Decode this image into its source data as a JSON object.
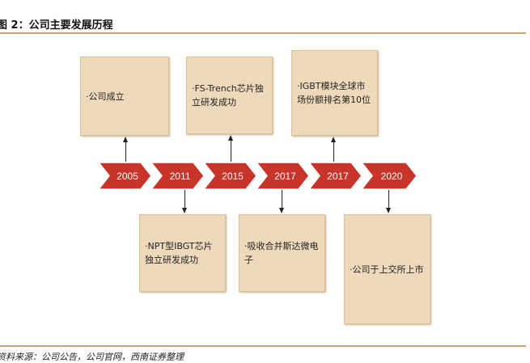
{
  "title": "图 2：公司主要发展历程",
  "source": "资料来源：公司公告，公司官网，西南证券整理",
  "colors": {
    "chevron": "#c9342a",
    "box": "#efd9bb",
    "rule": "#c9a276"
  },
  "years": [
    "2005",
    "2011",
    "2015",
    "2017",
    "2017",
    "2020"
  ],
  "events": [
    {
      "year": "2005",
      "text": "·公司成立"
    },
    {
      "year": "2011",
      "text": "·NPT型IBGT芯片独立研发成功"
    },
    {
      "year": "2015",
      "text": "·FS-Trench芯片独立研发成功"
    },
    {
      "year": "2017",
      "text": "·吸收合并斯达微电子"
    },
    {
      "year": "2017",
      "text": "·IGBT模块全球市场份额排名第10位"
    },
    {
      "year": "2020",
      "text": "·公司于上交所上市"
    }
  ]
}
